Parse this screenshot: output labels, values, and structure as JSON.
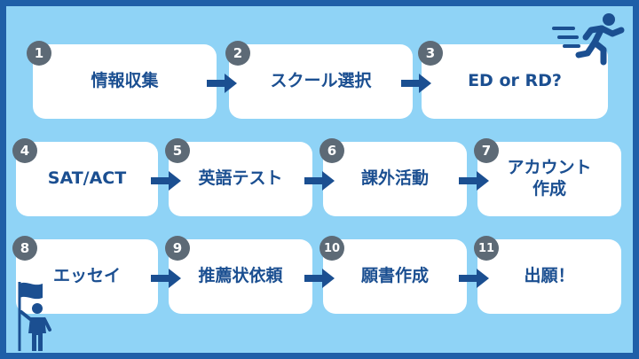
{
  "colors": {
    "frame": "#1f5fa8",
    "background": "#8fd3f6",
    "box": "#ffffff",
    "text": "#1b4f91",
    "badge": "#5d6a76",
    "arrow": "#1b4f91"
  },
  "steps": [
    {
      "num": "1",
      "label": "情報収集"
    },
    {
      "num": "2",
      "label": "スクール選択"
    },
    {
      "num": "3",
      "label": "ED or RD?"
    },
    {
      "num": "4",
      "label": "SAT/ACT"
    },
    {
      "num": "5",
      "label": "英語テスト"
    },
    {
      "num": "6",
      "label": "課外活動"
    },
    {
      "num": "7",
      "label": "アカウント\n作成"
    },
    {
      "num": "8",
      "label": "エッセイ"
    },
    {
      "num": "9",
      "label": "推薦状依頼"
    },
    {
      "num": "10",
      "label": "願書作成"
    },
    {
      "num": "11",
      "label": "出願！"
    }
  ],
  "icons": {
    "top_right": "running-person-icon",
    "bottom_left": "flag-person-icon"
  }
}
